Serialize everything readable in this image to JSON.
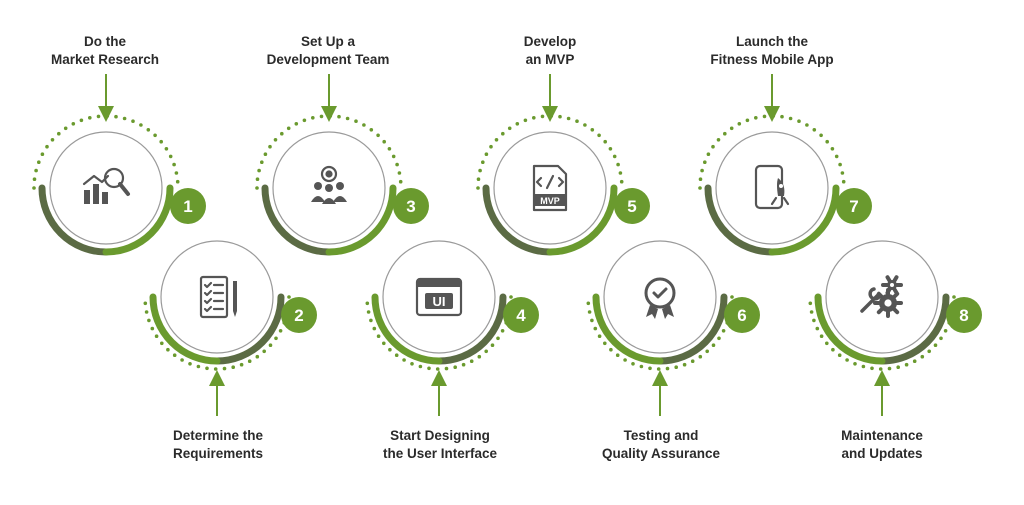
{
  "colors": {
    "accent": "#6a9a2e",
    "dark_arc": "#5b6b44",
    "circle_stroke": "#9a9a9a",
    "icon": "#555555",
    "text": "#2b2b2b"
  },
  "steps": [
    {
      "number": "1",
      "line1": "Do the",
      "line2": "Market Research",
      "icon": "market-research-icon"
    },
    {
      "number": "2",
      "line1": "Determine the",
      "line2": "Requirements",
      "icon": "checklist-icon"
    },
    {
      "number": "3",
      "line1": "Set Up a",
      "line2": "Development Team",
      "icon": "team-icon"
    },
    {
      "number": "4",
      "line1": "Start Designing",
      "line2": "the User Interface",
      "icon": "ui-window-icon",
      "icon_text": "UI"
    },
    {
      "number": "5",
      "line1": "Develop",
      "line2": "an MVP",
      "icon": "mvp-file-icon",
      "icon_text": "MVP"
    },
    {
      "number": "6",
      "line1": "Testing and",
      "line2": "Quality Assurance",
      "icon": "quality-badge-icon"
    },
    {
      "number": "7",
      "line1": "Launch the",
      "line2": "Fitness Mobile App",
      "icon": "phone-rocket-icon"
    },
    {
      "number": "8",
      "line1": "Maintenance",
      "line2": "and Updates",
      "icon": "gears-icon"
    }
  ]
}
